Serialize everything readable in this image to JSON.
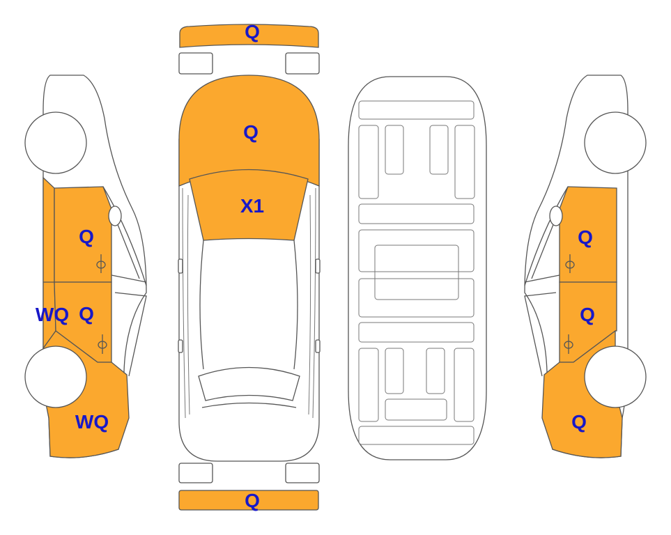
{
  "colors": {
    "damage_fill": "#FBA82E",
    "code_text": "#1818C8",
    "outline": "#555555"
  },
  "panels": {
    "front_bumper": {
      "code": "Q",
      "damaged": true
    },
    "hood": {
      "code": "Q",
      "damaged": true
    },
    "windshield": {
      "code": "X1",
      "damaged": true
    },
    "rear_bumper": {
      "code": "Q",
      "damaged": true
    },
    "left_front_door": {
      "code": "Q",
      "damaged": true
    },
    "left_rear_door": {
      "code": "Q",
      "damaged": true
    },
    "left_sill": {
      "code": "WQ",
      "damaged": true
    },
    "left_rear_fender": {
      "code": "WQ",
      "damaged": true
    },
    "right_front_door": {
      "code": "Q",
      "damaged": true
    },
    "right_rear_door": {
      "code": "Q",
      "damaged": true
    },
    "right_rear_fender": {
      "code": "Q",
      "damaged": true
    }
  }
}
